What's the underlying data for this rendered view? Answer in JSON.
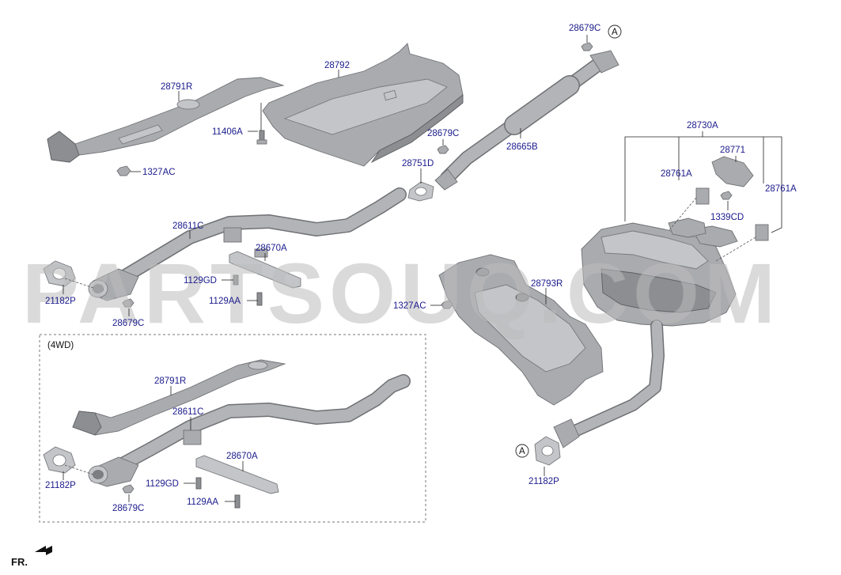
{
  "labels": {
    "heat_protector_front_lh": "28791R",
    "heat_protector_center": "28792",
    "bolt_11406a": "11406A",
    "nut_1327ac_top": "1327AC",
    "nut_28679c_top": "28679C",
    "circle_a_top": "A",
    "nut_28679c_mid": "28679C",
    "center_pipe": "28665B",
    "gasket_28751d": "28751D",
    "muffler_assy": "28730A",
    "hanger_28771": "28771",
    "hanger_28761a_left": "28761A",
    "hanger_28761a_right": "28761A",
    "bolt_1339cd": "1339CD",
    "front_pipe": "28611C",
    "bracket_28670a": "28670A",
    "bolt_1129gd": "1129GD",
    "bolt_1129aa": "1129AA",
    "gasket_21182p_left": "21182P",
    "nut_28679c_bottom": "28679C",
    "heat_protector_rear": "28793R",
    "nut_1327ac_mid": "1327AC",
    "fwd_title": "(4WD)",
    "fwd_heat_protector": "28791R",
    "fwd_front_pipe": "28611C",
    "fwd_bracket": "28670A",
    "fwd_gasket": "21182P",
    "fwd_bolt_1129gd": "1129GD",
    "fwd_bolt_1129aa": "1129AA",
    "fwd_nut": "28679C",
    "circle_a_bottom": "A",
    "gasket_21182p_right": "21182P",
    "front_indicator": "FR."
  },
  "watermark": "PARTSOUQ.COM",
  "colors": {
    "label_text": "#1a1a8c",
    "part_fill": "#a9abae",
    "part_edge": "#6f7174",
    "watermark": "#bdbdbd"
  }
}
